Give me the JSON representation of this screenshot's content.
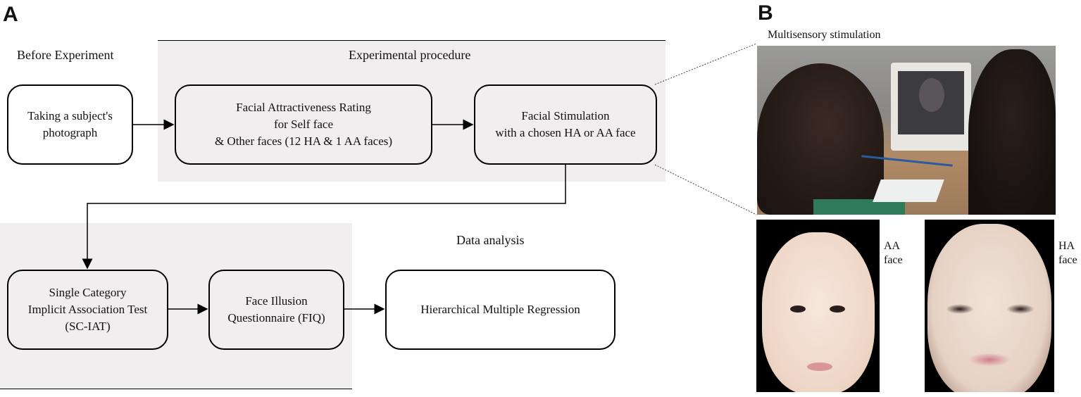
{
  "panel_a": {
    "letter": "A",
    "sections": {
      "before": "Before Experiment",
      "procedure": "Experimental procedure",
      "analysis": "Data analysis"
    },
    "boxes": {
      "photo": [
        "Taking a subject's",
        "photograph"
      ],
      "rating": [
        "Facial Attractiveness Rating",
        "for Self face",
        "& Other faces (12 HA & 1 AA faces)"
      ],
      "stimulation": [
        "Facial Stimulation",
        "with a chosen HA or AA face"
      ],
      "sciat": [
        "Single Category",
        "Implicit Association Test",
        "(SC-IAT)"
      ],
      "fiq": [
        "Face Illusion",
        "Questionnaire (FIQ)"
      ],
      "hmr": [
        "Hierarchical Multiple Regression"
      ]
    }
  },
  "panel_b": {
    "letter": "B",
    "title": "Multisensory stimulation",
    "aa_label": [
      "AA",
      "face"
    ],
    "ha_label": [
      "HA",
      "face"
    ]
  }
}
